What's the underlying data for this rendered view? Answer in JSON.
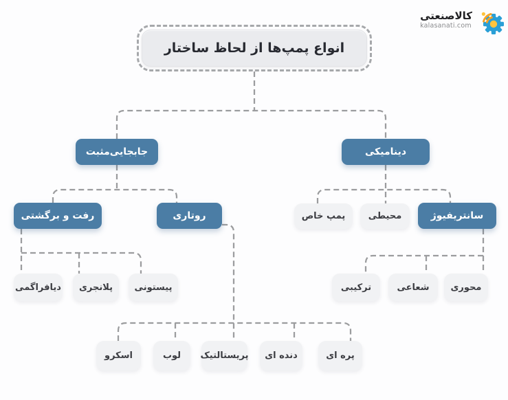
{
  "brand": {
    "name": "کالاصنعتی",
    "website": "kalasanati.com"
  },
  "tree": {
    "root": "انواع پمپ‌ها از لحاظ ساختار",
    "direction": "rtl",
    "branches": [
      {
        "label": "جابجایی‌مثبت",
        "children": [
          {
            "label": "رفت و برگشتی",
            "children": [
              "دیافراگمی",
              "پلانجری",
              "پیستونی"
            ]
          },
          {
            "label": "روتاری",
            "children": [
              "اسکرو",
              "لوب",
              "پریستالتیک",
              "دنده ای",
              "پره ای"
            ]
          }
        ]
      },
      {
        "label": "دینامیکی",
        "children": [
          {
            "label": "پمپ خاص",
            "children": []
          },
          {
            "label": "محیطی",
            "children": []
          },
          {
            "label": "سانتریفیوژ",
            "children": [
              "ترکیبی",
              "شعاعی",
              "محوری"
            ]
          }
        ]
      }
    ]
  },
  "colors": {
    "node_blue": "#4b7da5",
    "node_light": "#f1f2f4",
    "root_fill": "#eaebee",
    "connector_gray": "#9b9c9e",
    "logo_gear_blue": "#2a9fd6",
    "logo_signal_orange": "#f7a324",
    "logo_center_yellow": "#ffc43d"
  }
}
